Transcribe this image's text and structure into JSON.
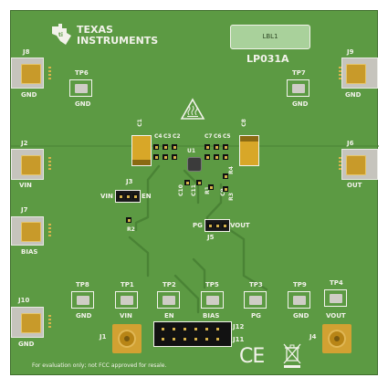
{
  "brand": {
    "logo_line1": "TEXAS",
    "logo_line2": "INSTRUMENTS"
  },
  "board_label": "LBL1",
  "board_name": "LP031A",
  "connectors": {
    "j8": {
      "ref": "J8",
      "label": "GND"
    },
    "j9": {
      "ref": "J9",
      "label": "GND"
    },
    "j2": {
      "ref": "J2",
      "label": "VIN"
    },
    "j6": {
      "ref": "J6",
      "label": "OUT"
    },
    "j7": {
      "ref": "J7",
      "label": "BIAS"
    },
    "j10": {
      "ref": "J10",
      "label": "GND"
    },
    "j1": {
      "ref": "J1"
    },
    "j4": {
      "ref": "J4"
    },
    "j12": {
      "ref": "J12"
    },
    "j11": {
      "ref": "J11"
    }
  },
  "test_points": {
    "tp6": {
      "ref": "TP6",
      "label": "GND"
    },
    "tp7": {
      "ref": "TP7",
      "label": "GND"
    },
    "tp8": {
      "ref": "TP8",
      "label": "GND"
    },
    "tp1": {
      "ref": "TP1",
      "label": "VIN"
    },
    "tp2": {
      "ref": "TP2",
      "label": "EN"
    },
    "tp5": {
      "ref": "TP5",
      "label": "BIAS"
    },
    "tp3": {
      "ref": "TP3",
      "label": "PG"
    },
    "tp9": {
      "ref": "TP9",
      "label": "GND"
    },
    "tp4": {
      "ref": "TP4",
      "label": "VOUT"
    }
  },
  "jumpers": {
    "j3": {
      "ref": "J3",
      "left": "VIN",
      "right": "EN"
    },
    "j5": {
      "ref": "J5",
      "left": "PG",
      "right": "VOUT"
    }
  },
  "parts": {
    "c1": "C1",
    "c4": "C4",
    "c3": "C3",
    "c2": "C2",
    "c7": "C7",
    "c6": "C6",
    "c5": "C5",
    "c8": "C8",
    "u1": "U1",
    "c10": "C10",
    "c11": "C11",
    "r1": "R1",
    "c9": "C9",
    "r4": "R4",
    "r3": "R3",
    "r2": "R2"
  },
  "disclaimer": "For evaluation only; not FCC approved for resale.",
  "marks": {
    "ce": "CE"
  },
  "colors": {
    "board": "#5c9a43",
    "silkscreen": "#f2f2ea",
    "gold": "#c89a2a",
    "pad": "#c6c4bd"
  }
}
